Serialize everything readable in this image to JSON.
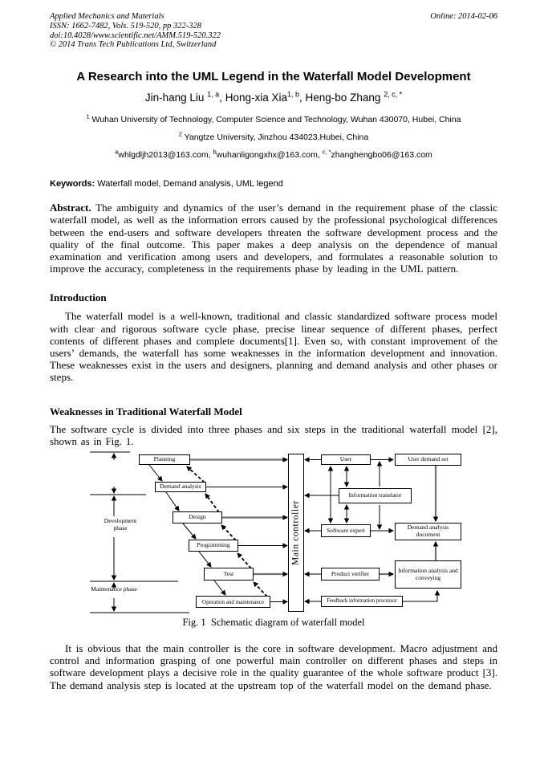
{
  "colors": {
    "ink": "#000000",
    "paper": "#ffffff",
    "line_gray": "#707070"
  },
  "journal_header": {
    "name": "Applied Mechanics and Materials",
    "issn": "ISSN: 1662-7482, Vols. 519-520, pp 322-328",
    "doi": "doi:10.4028/www.scientific.net/AMM.519-520.322",
    "copyright": "© 2014 Trans Tech Publications Ltd, Switzerland",
    "online_date": "Online: 2014-02-06"
  },
  "title": "A Research into the UML Legend in the Waterfall Model Development",
  "authors": {
    "a1_name": "Jin-hang Liu ",
    "a1_sup": "1, a",
    "sep": ", ",
    "a2_name": "Hong-xia Xia",
    "a2_sup": "1, b",
    "a3_name": "Heng-bo Zhang ",
    "a3_sup": "2, c, *"
  },
  "affiliations": {
    "aff1_sup": "1",
    "aff1_text": " Wuhan University of Technology, Computer Science and Technology, Wuhan 430070, Hubei, China",
    "aff2_sup": "2",
    "aff2_text": " Yangtze University, Jinzhou 434023,Hubei, China"
  },
  "emails": {
    "e1_sup": "a",
    "e1": "whlgdljh2013@163.com, ",
    "e2_sup": "b",
    "e2": "wuhanligongxhx@163.com, ",
    "e3_sup": "c, *",
    "e3": "zhanghengbo06@163.com"
  },
  "keywords": {
    "label": "Keywords:",
    "text": " Waterfall model, Demand analysis, UML legend"
  },
  "abstract": {
    "label": "Abstract.",
    "text": " The ambiguity and dynamics of the user’s demand in the requirement phase of the classic waterfall model, as well as the information errors caused by the professional psychological differences between the end-users and software developers threaten the software development process and the quality of the final outcome. This paper makes a deep analysis on the dependence of manual examination and verification among users and developers, and formulates a reasonable solution to improve the accuracy, completeness in the requirements phase by leading in the UML pattern."
  },
  "sections": {
    "intro_heading": "Introduction",
    "intro_text": "The waterfall model is a well-known, traditional and classic standardized software process model with clear and rigorous software cycle phase, precise linear sequence of different phases, perfect contents of different phases and complete documents[1]. Even so, with constant improvement of the users’ demands, the waterfall has some weaknesses in the information development and innovation. These weaknesses exist in the users and designers, planning and demand analysis and other phases or steps.",
    "weak_heading": "Weaknesses in Traditional Waterfall Model",
    "weak_text": "The software cycle is divided into three phases and six steps in the traditional waterfall model [2], shown as in Fig. 1."
  },
  "figure": {
    "caption": "Fig. 1  Schematic diagram of waterfall model",
    "boxes": {
      "planning": "Planning",
      "demand_analysis": "Demand analysis",
      "design": "Design",
      "programming": "Programming",
      "test": "Test",
      "operation": "Operation and maintenance",
      "main_controller": "Main controller",
      "user": "User",
      "user_demand_set": "User demand set",
      "information_translator": "Information translator",
      "software_expert": "Software expert",
      "demand_analysis_document": "Demand analysis document",
      "product_verifier": "Product verifier",
      "information_analysis": "Information analysis and conveying",
      "feedback_processor": "Feedback information processor"
    },
    "labels": {
      "development_phase": "Development phase",
      "maintenance_phase": "Maintenance phase"
    }
  },
  "closing_text": "It is obvious that the main controller is the core in software development. Macro adjustment and control and information grasping of one powerful main controller on different phases and steps in software development plays a decisive role in the quality guarantee of the whole software product [3]. The demand analysis step is located at the upstream top of the waterfall model on the demand phase."
}
